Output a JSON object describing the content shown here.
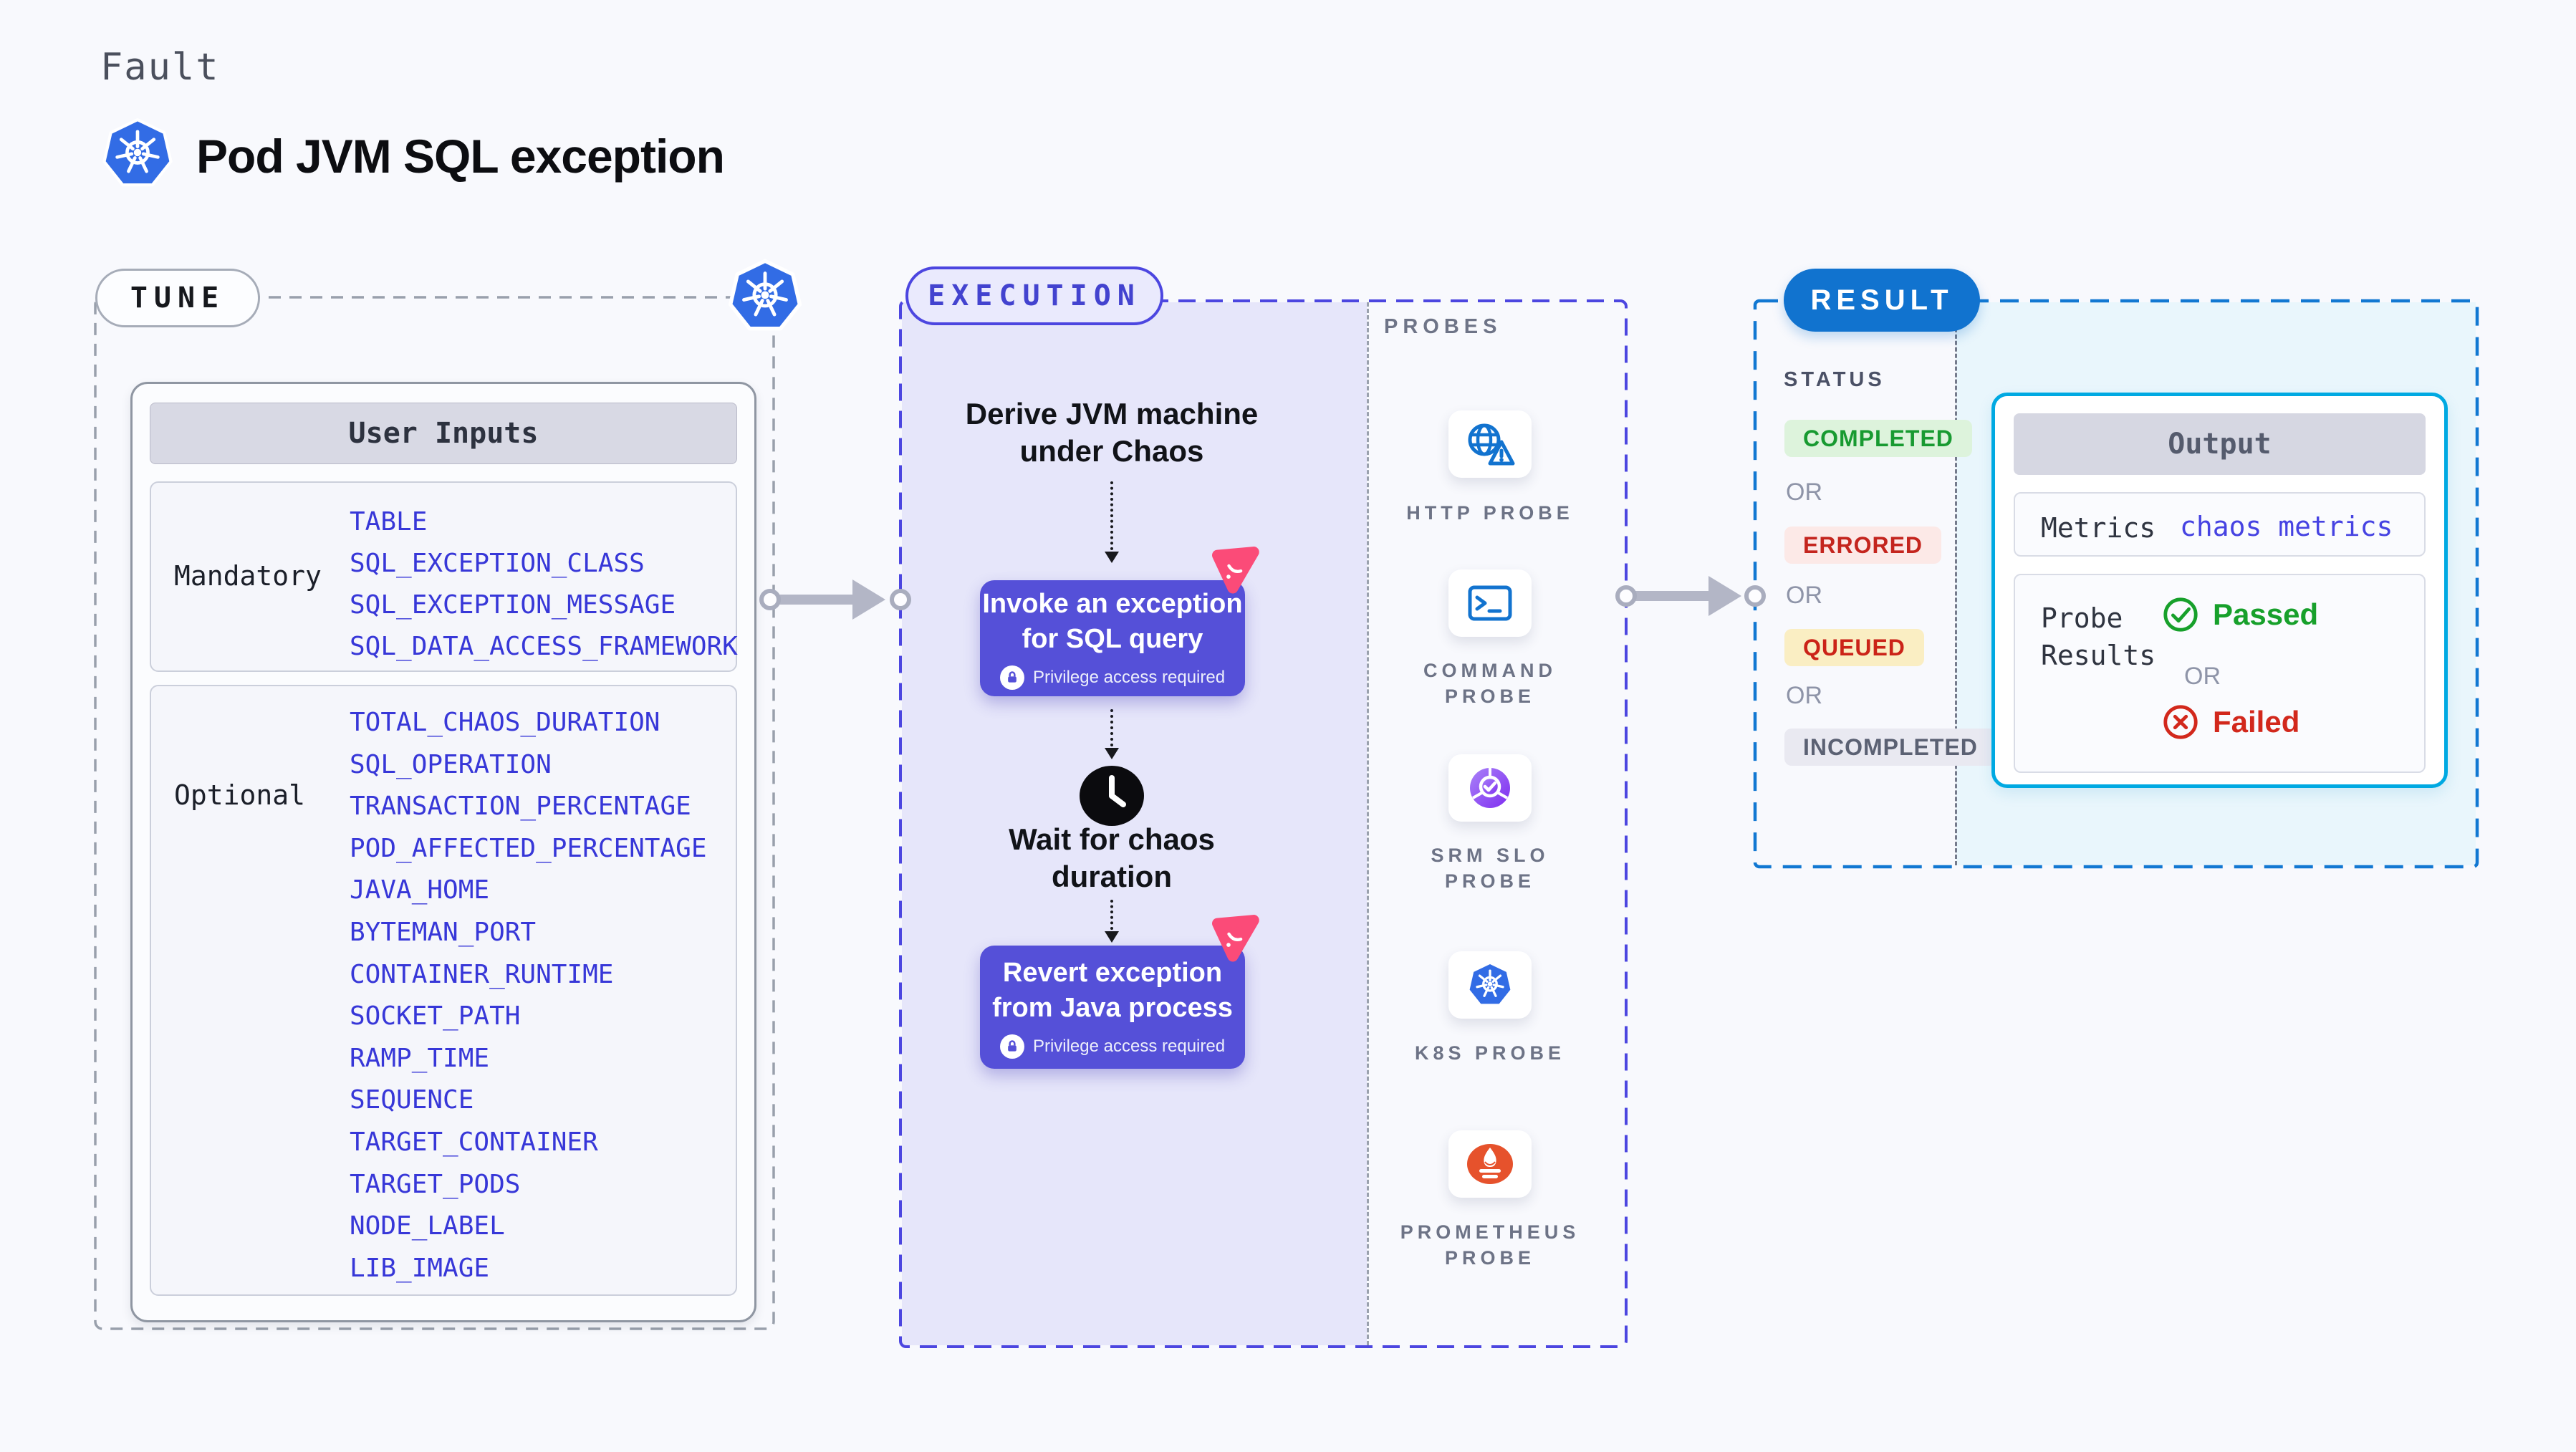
{
  "header": {
    "eyebrow": "Fault",
    "title": "Pod JVM SQL exception"
  },
  "tune": {
    "badge": "TUNE",
    "table": {
      "header": "User Inputs",
      "mandatory": {
        "label": "Mandatory",
        "items": [
          "TABLE",
          "SQL_EXCEPTION_CLASS",
          "SQL_EXCEPTION_MESSAGE",
          "SQL_DATA_ACCESS_FRAMEWORK"
        ]
      },
      "optional": {
        "label": "Optional",
        "items": [
          "TOTAL_CHAOS_DURATION",
          "SQL_OPERATION",
          "TRANSACTION_PERCENTAGE",
          "POD_AFFECTED_PERCENTAGE",
          "JAVA_HOME",
          "BYTEMAN_PORT",
          "CONTAINER_RUNTIME",
          "SOCKET_PATH",
          "RAMP_TIME",
          "SEQUENCE",
          "TARGET_CONTAINER",
          "TARGET_PODS",
          "NODE_LABEL",
          "LIB_IMAGE"
        ]
      }
    }
  },
  "execution": {
    "badge": "EXECUTION",
    "steps": {
      "derive": {
        "lines": [
          "Derive JVM machine",
          "under Chaos"
        ]
      },
      "invoke": {
        "lines": [
          "Invoke an exception",
          "for SQL query"
        ],
        "note": "Privilege access required"
      },
      "wait": {
        "lines": [
          "Wait for chaos",
          "duration"
        ]
      },
      "revert": {
        "lines": [
          "Revert exception",
          "from Java process"
        ],
        "note": "Privilege access required"
      }
    }
  },
  "probes": {
    "header": "PROBES",
    "items": [
      {
        "label": "HTTP PROBE",
        "lines": [
          "HTTP PROBE"
        ],
        "icon": "globe-warning-icon"
      },
      {
        "label": "COMMAND PROBE",
        "lines": [
          "COMMAND",
          "PROBE"
        ],
        "icon": "terminal-icon"
      },
      {
        "label": "SRM SLO PROBE",
        "lines": [
          "SRM SLO",
          "PROBE"
        ],
        "icon": "slo-pie-check-icon"
      },
      {
        "label": "K8S PROBE",
        "lines": [
          "K8S PROBE"
        ],
        "icon": "kubernetes-icon"
      },
      {
        "label": "PROMETHEUS PROBE",
        "lines": [
          "PROMETHEUS",
          "PROBE"
        ],
        "icon": "prometheus-flame-icon"
      }
    ]
  },
  "result": {
    "badge": "RESULT",
    "status": {
      "header": "STATUS",
      "or": "OR",
      "values": [
        {
          "label": "COMPLETED",
          "text_color": "#189a31",
          "bg_color": "#ddf3dc"
        },
        {
          "label": "ERRORED",
          "text_color": "#c4251e",
          "bg_color": "#fce9e7"
        },
        {
          "label": "QUEUED",
          "text_color": "#cb2318",
          "bg_color": "#faeec3"
        },
        {
          "label": "INCOMPLETED",
          "text_color": "#5b6173",
          "bg_color": "#e9e9f1"
        }
      ]
    },
    "output": {
      "header": "Output",
      "metrics_label": "Metrics",
      "metrics_value": "chaos metrics",
      "probe_results_lines": [
        "Probe",
        "Results"
      ],
      "passed": "Passed",
      "or": "OR",
      "failed": "Failed"
    }
  },
  "colors": {
    "page_bg": "#f8f9fd",
    "accent_indigo": "#4c46e0",
    "lavender_bg": "#e6e6fa",
    "step_purple": "#5550d8",
    "litmus_pink": "#fb4b78",
    "k8s_blue": "#326ce5",
    "probe_icon_blue": "#1273cf",
    "srm_purple": "#8b3ff0",
    "prometheus_orange": "#e6522c",
    "result_blue": "#1173cf",
    "output_border_cyan": "#00a9e2",
    "cyan_bg": "#e9f6fc",
    "param_blue": "#3737d8",
    "passed_green": "#17a02b",
    "failed_red": "#d2281c"
  }
}
